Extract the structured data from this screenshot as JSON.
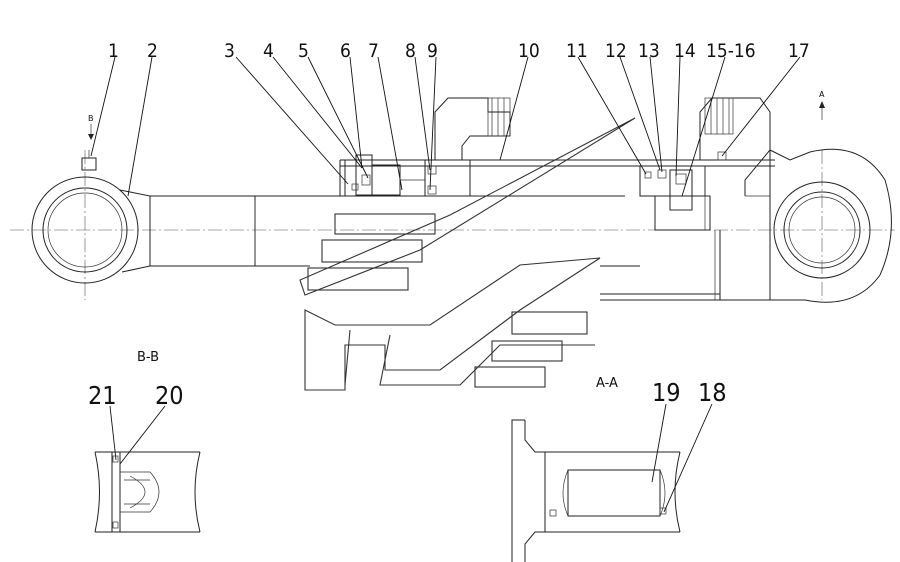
{
  "callouts": {
    "c1": "1",
    "c2": "2",
    "c3": "3",
    "c4": "4",
    "c5": "5",
    "c6": "6",
    "c7": "7",
    "c8": "8",
    "c9": "9",
    "c10": "10",
    "c11": "11",
    "c12": "12",
    "c13": "13",
    "c14": "14",
    "c15": "15-16",
    "c17": "17",
    "c18": "18",
    "c19": "19",
    "c20": "20",
    "c21": "21"
  },
  "sections": {
    "bb_label": "B-B",
    "aa_label": "A-A",
    "arrow_a": "A",
    "arrow_b": "B"
  }
}
